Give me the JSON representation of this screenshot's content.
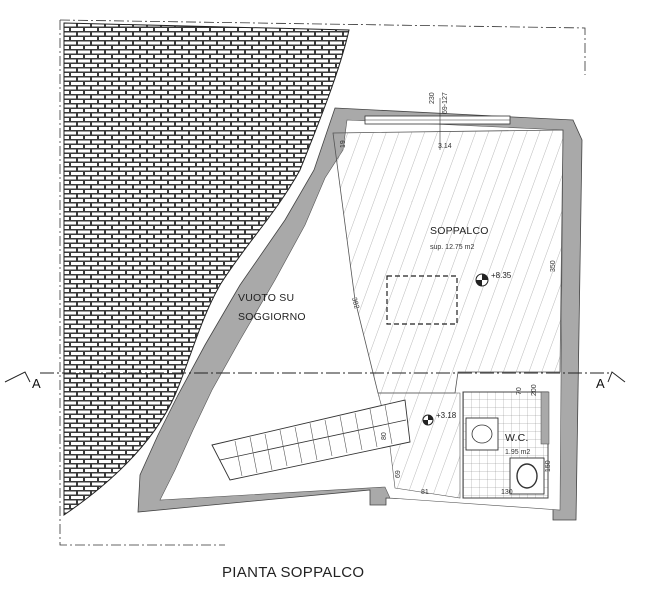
{
  "drawing_title": "PIANTA SOPPALCO",
  "rooms": {
    "soppalco": {
      "name": "SOPPALCO",
      "area": "sup. 12.75 m2"
    },
    "wc": {
      "name": "W.C.",
      "area": "1.95 m2"
    },
    "void": {
      "line1": "VUOTO SU",
      "line2": "SOGGIORNO"
    }
  },
  "levels": {
    "soppalco": "+8.35",
    "stair": "+3.18"
  },
  "section_marker": {
    "left": "A",
    "right": "A"
  },
  "dimensions": {
    "d230": "230",
    "d69_127": "69-127",
    "d314": "3.14",
    "d350": "350",
    "d382": "382",
    "d19": "19",
    "d70": "70",
    "d200": "200",
    "d150": "150",
    "d130": "130",
    "d80": "80",
    "d69": "69",
    "d81": "81"
  },
  "colors": {
    "wall": "#a9a9a9",
    "line": "#333333",
    "roof": "#3c3c3c"
  }
}
